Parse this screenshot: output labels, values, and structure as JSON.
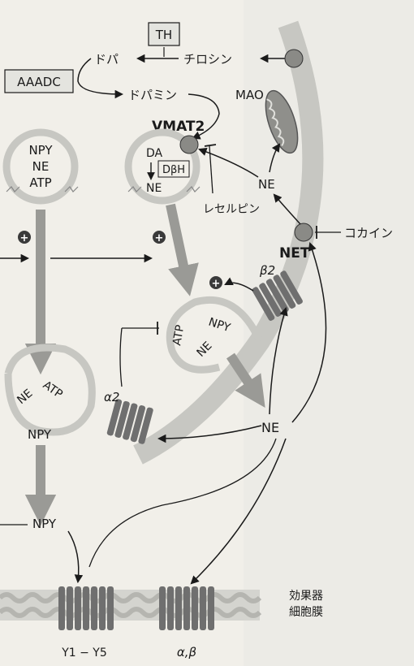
{
  "enzymes": {
    "th": "TH",
    "aaadc": "AAADC",
    "mao": "MAO"
  },
  "metabolites": {
    "dopa": "ドパ",
    "tyrosine": "チロシン",
    "dopamine": "ドパミン"
  },
  "transporters": {
    "vmat2": "VMAT2",
    "net": "NET"
  },
  "drugs": {
    "reserpine": "レセルピン",
    "cocaine": "コカイン"
  },
  "vesicle_left": {
    "line1": "NPY",
    "line2": "NE",
    "line3": "ATP"
  },
  "vesicle_synth": {
    "da": "DA",
    "dbh": "DβH",
    "ne": "NE"
  },
  "vesicle_fusing": {
    "npy": "NPY",
    "atp": "ATP",
    "ne": "NE"
  },
  "vesicle_release": {
    "ne": "NE",
    "atp": "ATP",
    "npy": "NPY"
  },
  "cytoplasm": {
    "ne": "NE"
  },
  "cleft": {
    "ne": "NE",
    "npy": "NPY"
  },
  "receptors": {
    "beta2": "β2",
    "alpha2": "α2",
    "y_receptor": "Y1 − Y5",
    "alpha_beta": "α,β"
  },
  "effector": {
    "line1": "効果器",
    "line2": "細胞膜"
  },
  "signs": {
    "plus": "+"
  },
  "colors": {
    "paper": "#f1efe9",
    "membrane": "#c7c7c2",
    "arrow_gray": "#9a9a96",
    "receptor": "#6f6f6f",
    "text": "#1a1a1a"
  }
}
